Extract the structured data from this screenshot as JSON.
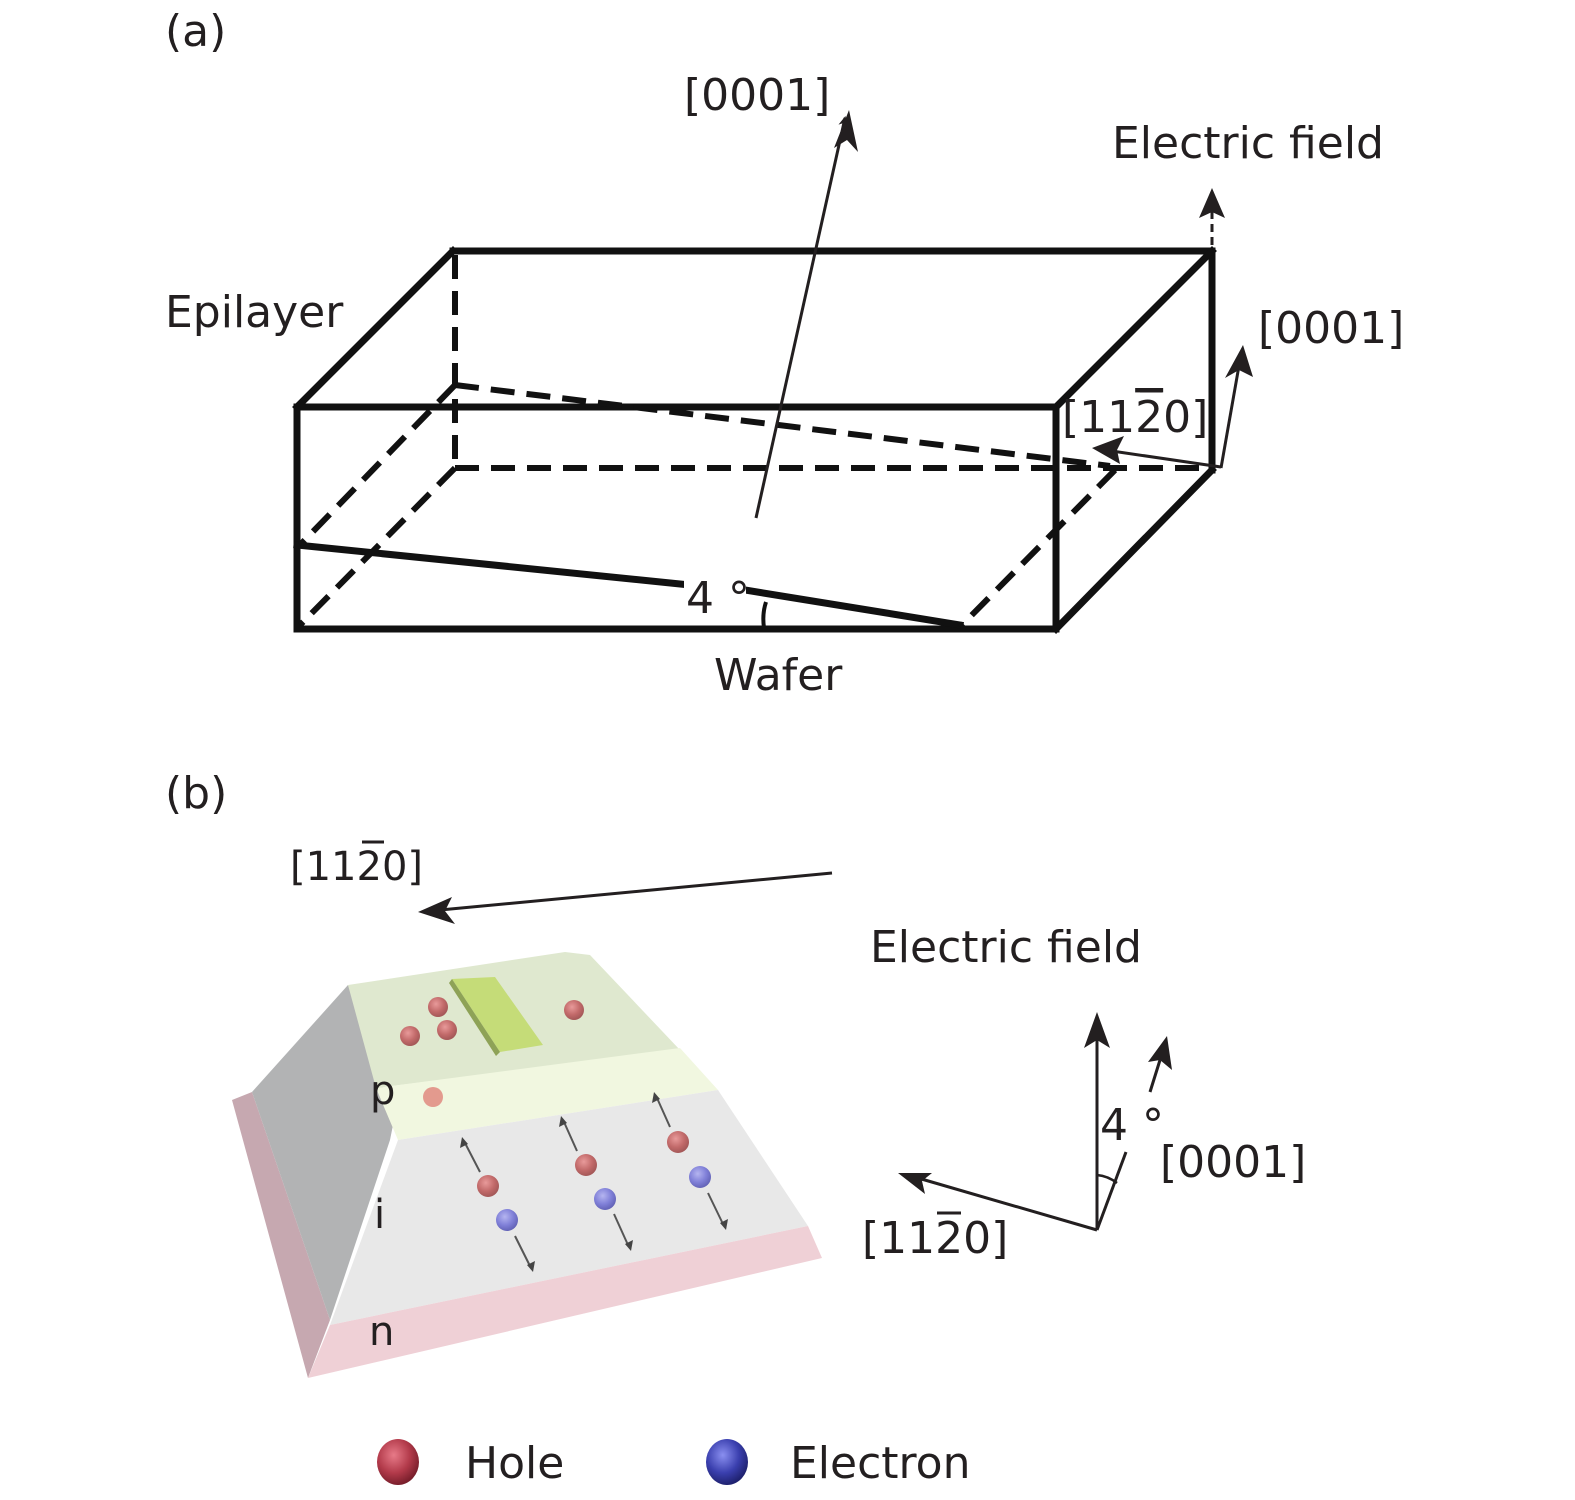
{
  "panel_a": {
    "label": "(a)",
    "axis_top": "[0001]",
    "electric_field": "Electric field",
    "epilayer": "Epilayer",
    "axis_right_0001": "[0001]",
    "axis_right_1120": {
      "pre": "[11",
      "bar": "2",
      "post": "0]"
    },
    "angle": "4 °",
    "wafer": "Wafer"
  },
  "panel_b": {
    "label": "(b)",
    "axis_1120_top": {
      "pre": "[11",
      "bar": "2",
      "post": "0]"
    },
    "electric_field": "Electric field",
    "angle": "4 °",
    "axis_0001": "[0001]",
    "axis_1120_bottom": {
      "pre": "[11",
      "bar": "2",
      "post": "0]"
    },
    "layers": [
      "p",
      "i",
      "n"
    ],
    "colors": {
      "p_top": "#dfe8cf",
      "p_band": "#f1f7e0",
      "i_region": "#e8e8e8",
      "n_region": "#efd0d6",
      "side_face": "#b2b3b4",
      "side_face_n": "#c6a8b0",
      "contact": "#c5dc78",
      "hole": "#c26a6a",
      "electron": "#6f6fd0"
    }
  },
  "legend": {
    "items": [
      {
        "name": "Hole",
        "color": "#b23a4a"
      },
      {
        "name": "Electron",
        "color": "#3a3fae"
      }
    ]
  }
}
